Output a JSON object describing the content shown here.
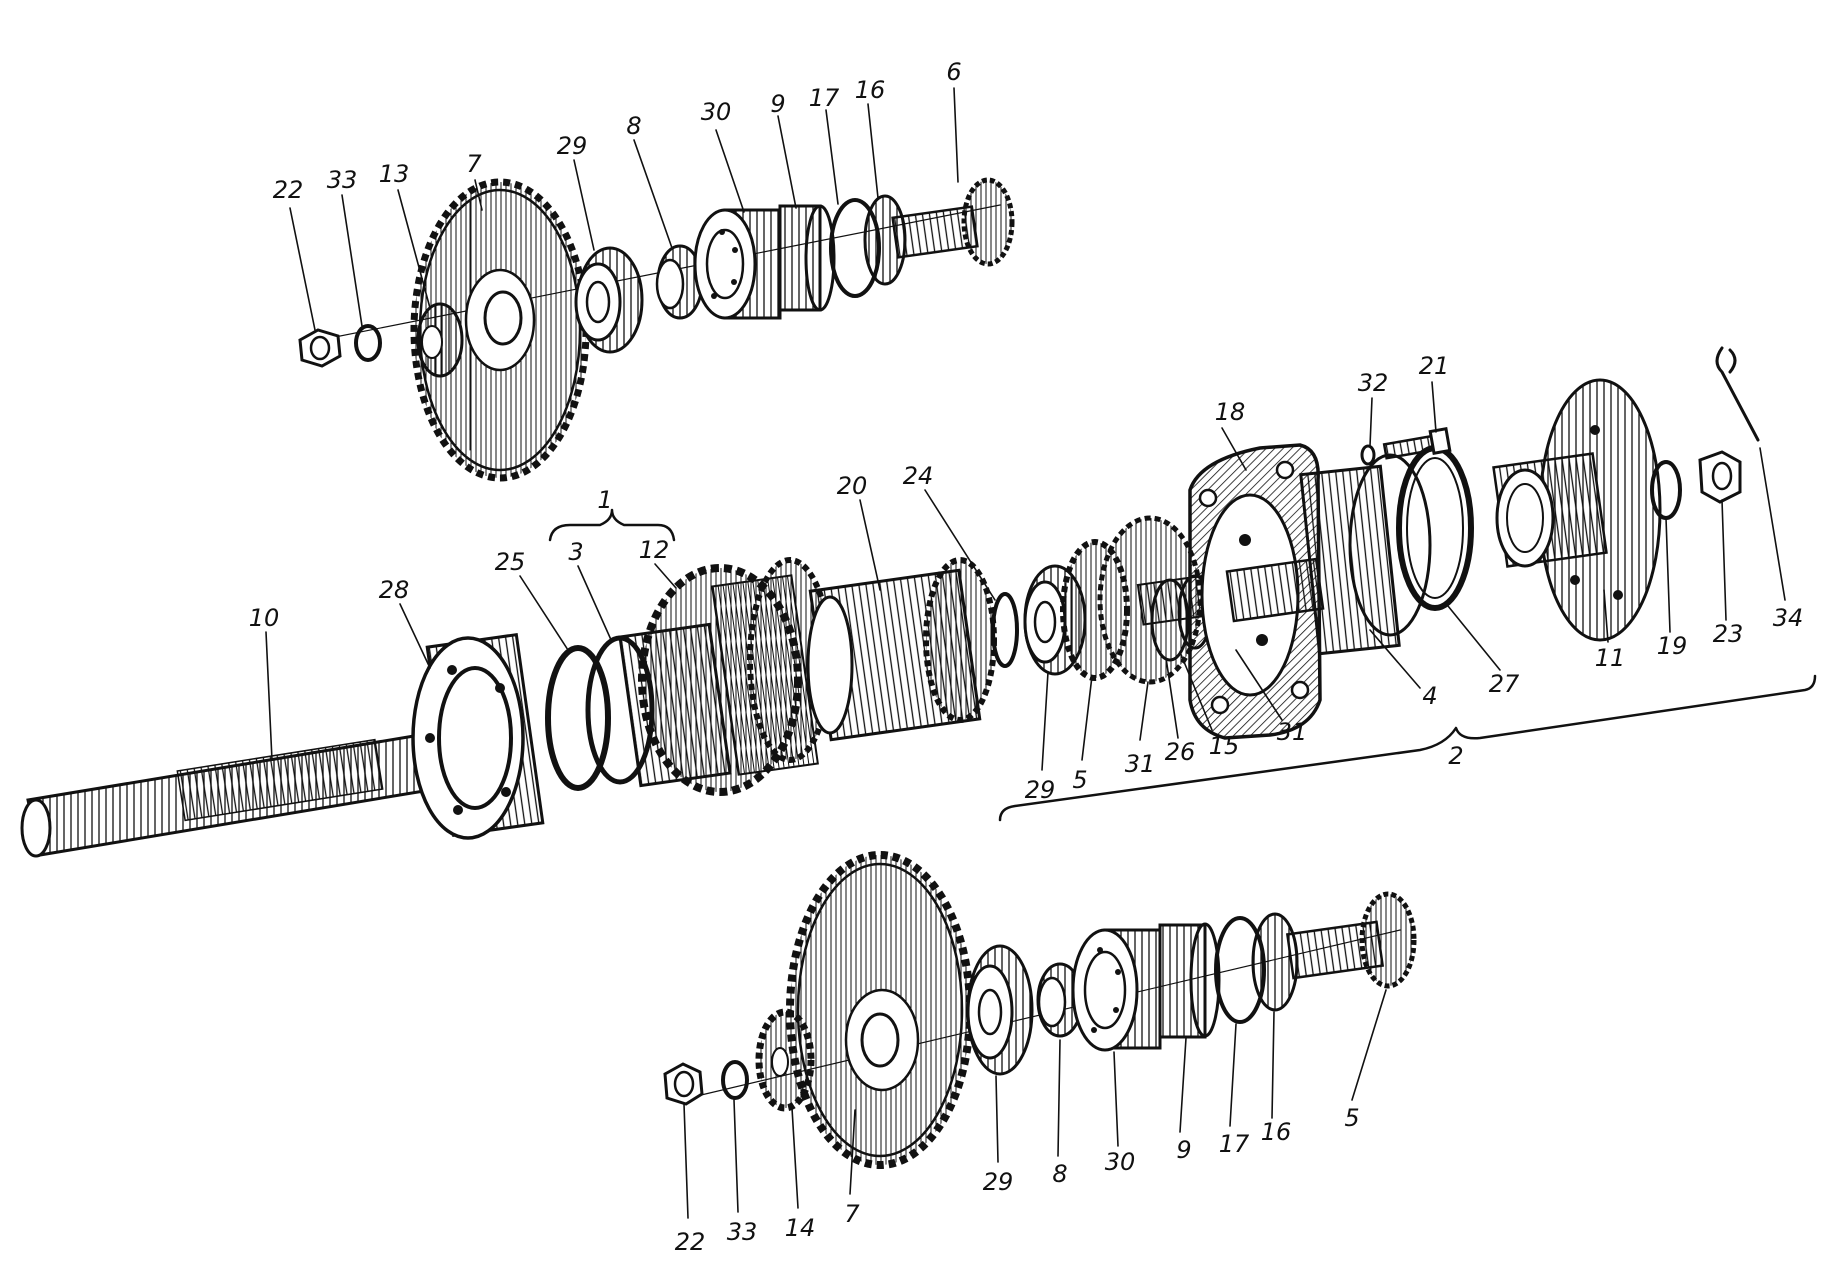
{
  "labels": {
    "top": [
      "22",
      "33",
      "13",
      "7",
      "29",
      "8",
      "30",
      "9",
      "17",
      "16",
      "6"
    ],
    "middle": [
      "10",
      "28",
      "25",
      "1",
      "3",
      "12",
      "20",
      "24",
      "18",
      "32",
      "21",
      "29",
      "5",
      "31",
      "26",
      "15",
      "31",
      "4",
      "27",
      "11",
      "19",
      "23",
      "34",
      "2"
    ],
    "bottom": [
      "22",
      "33",
      "14",
      "7",
      "29",
      "8",
      "30",
      "9",
      "17",
      "16",
      "5"
    ]
  }
}
